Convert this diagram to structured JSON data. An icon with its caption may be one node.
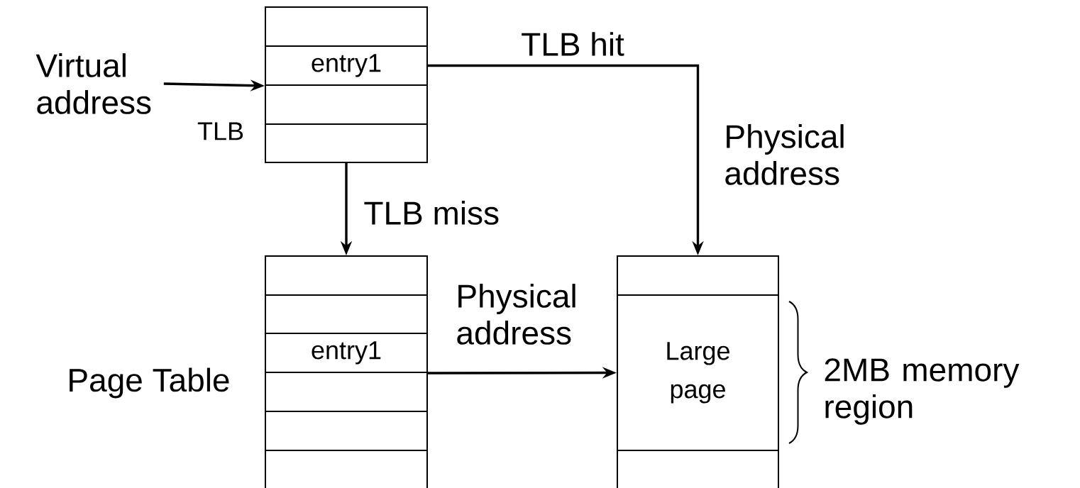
{
  "diagram": {
    "nodes": [
      {
        "text": [
          "Virtual address"
        ]
      },
      {
        "text": [
          "TLB"
        ]
      },
      {
        "text": [
          "entry1"
        ],
        "in": 1
      },
      {
        "text": [
          "Page Table"
        ]
      },
      {
        "text": [
          "entry1"
        ],
        "in": 3
      },
      {
        "text": [],
        "shape": "box"
      },
      {
        "text": [
          "Large page"
        ],
        "in": 5
      }
    ],
    "edges": [
      {
        "from": 0,
        "to": 2,
        "arrow": "to"
      },
      {
        "from": 2,
        "to": 5,
        "arrow": "to",
        "label": "TLB hit"
      },
      {
        "from": 1,
        "to": 3,
        "arrow": "to",
        "label": "TLB miss"
      },
      {
        "from": 4,
        "to": 6,
        "arrow": "to",
        "label": "Physical address"
      }
    ],
    "labels": [
      "Physical address",
      "2MB memory region"
    ]
  }
}
